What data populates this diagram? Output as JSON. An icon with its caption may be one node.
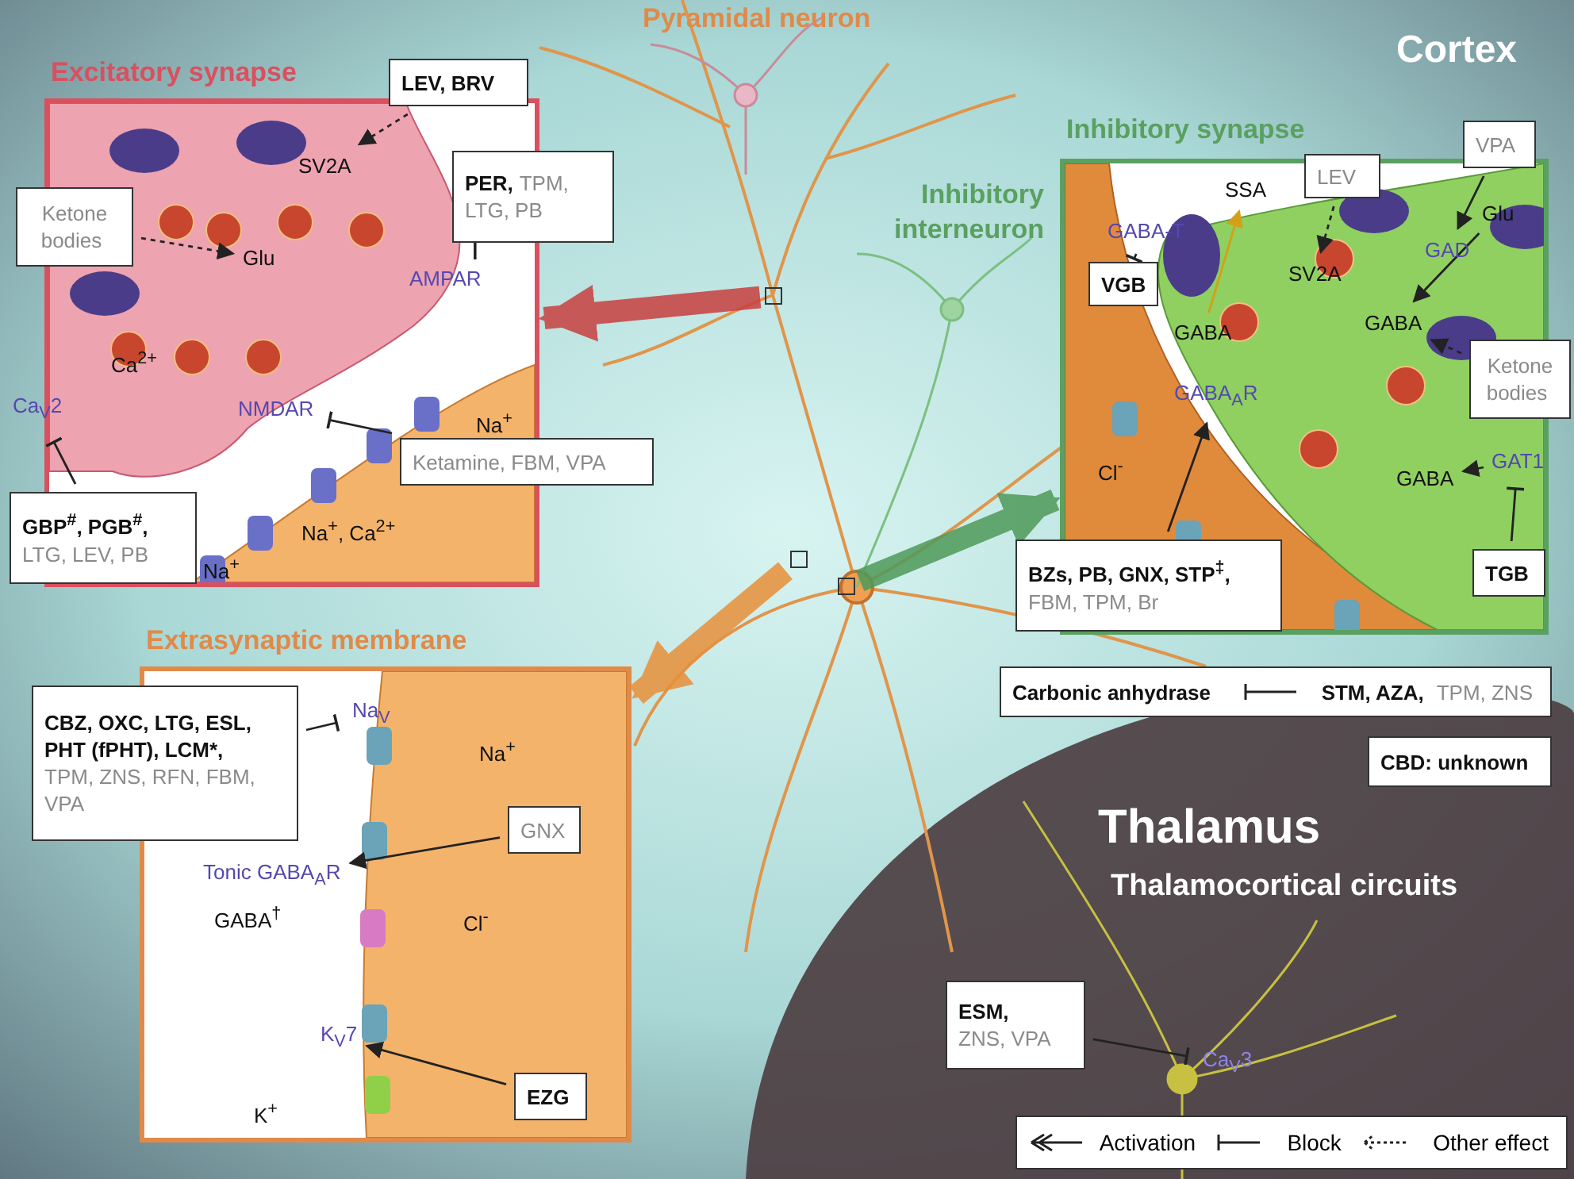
{
  "diagram": {
    "nodes": [
      {
        "text": [
          "Excitatory synapse"
        ]
      },
      {
        "text": [
          "LEV, BRV"
        ]
      },
      {
        "text": [
          "SV2A"
        ],
        "in": 0
      },
      {
        "text": [
          "Ketone bodies"
        ]
      },
      {
        "text": [
          "Glu"
        ],
        "in": 0
      },
      {
        "text": [
          "PER,",
          "TPM, LTG, PB"
        ]
      },
      {
        "text": [
          "AMPAR"
        ],
        "in": 0
      },
      {
        "text": [
          "Ca$_{V}$2"
        ]
      },
      {
        "text": [
          "NMDAR"
        ],
        "in": 0
      },
      {
        "text": [
          "Ketamine, FBM, VPA"
        ]
      },
      {
        "text": [
          "GBP$^{#}$, PGB$^{#}$,",
          "LTG, LEV, PB"
        ]
      },
      {
        "text": [
          "Inhibitory synapse"
        ]
      },
      {
        "text": [
          "LEV"
        ]
      },
      {
        "text": [
          "VPA"
        ]
      },
      {
        "text": [
          "SSA"
        ],
        "in": 11
      },
      {
        "text": [
          "GABA-T"
        ],
        "in": 11
      },
      {
        "text": [
          "VGB"
        ],
        "in": 11
      },
      {
        "text": [
          "GABA"
        ],
        "in": 11
      },
      {
        "text": [
          "SV2A"
        ],
        "in": 11
      },
      {
        "text": [
          "GAD"
        ],
        "in": 11
      },
      {
        "text": [
          "Glu"
        ],
        "in": 11
      },
      {
        "text": [
          "GABA"
        ],
        "in": 11
      },
      {
        "text": [
          "Ketone bodies"
        ]
      },
      {
        "text": [
          "GABA$_{A}$R"
        ],
        "in": 11
      },
      {
        "text": [
          "GAT1"
        ],
        "in": 11
      },
      {
        "text": [
          "GABA"
        ],
        "in": 11
      },
      {
        "text": [
          "TGB"
        ],
        "in": 11
      },
      {
        "text": [
          "BZs, PB, GNX, STP$^{‡}$,",
          "FBM, TPM, Br"
        ]
      },
      {
        "text": [
          "Extrasynaptic membrane"
        ]
      },
      {
        "text": [
          "CBZ, OXC, LTG, ESL, PHT (fPHT), LCM*,",
          "TPM, ZNS, RFN, FBM, VPA"
        ]
      },
      {
        "text": [
          "Na$_{V}$"
        ],
        "in": 28
      },
      {
        "text": [
          "GNX"
        ],
        "in": 28
      },
      {
        "text": [
          "Tonic GABA$_{A}$R"
        ],
        "in": 28
      },
      {
        "text": [
          "K$_{V}$7"
        ],
        "in": 28
      },
      {
        "text": [
          "EZG"
        ],
        "in": 28
      },
      {
        "text": [
          "Carbonic anhydrase",
          "STM, AZA,",
          "TPM, ZNS"
        ]
      },
      {
        "text": [
          "CBD: unknown"
        ]
      },
      {
        "text": [
          "ESM,",
          "ZNS, VPA"
        ]
      },
      {
        "text": [
          "Ca$_{V}$3"
        ]
      },
      {
        "text": [],
        "shape": "box"
      },
      {
        "text": [],
        "shape": "box"
      },
      {
        "text": [],
        "shape": "box"
      }
    ],
    "edges": [
      {
        "from": 39,
        "to": 0,
        "arrow": "to",
        "style": "thick",
        "color": "#c8403f"
      },
      {
        "from": 41,
        "to": 11,
        "arrow": "to",
        "style": "thick",
        "color": "#4f9a5a"
      },
      {
        "from": 40,
        "to": 28,
        "arrow": "to",
        "style": "thick",
        "color": "#e8903a"
      },
      {
        "from": 1,
        "to": 2,
        "arrow": "to",
        "style": "dashed"
      },
      {
        "from": 3,
        "to": 4,
        "arrow": "to",
        "style": "dashed"
      },
      {
        "from": 5,
        "to": 6,
        "arrow": "other"
      },
      {
        "from": 9,
        "to": 8,
        "arrow": "other"
      },
      {
        "from": 10,
        "to": 7,
        "arrow": "other"
      },
      {
        "from": 12,
        "to": 18,
        "arrow": "to",
        "style": "dashed"
      },
      {
        "from": 13,
        "to": 19,
        "arrow": "to"
      },
      {
        "from": 20,
        "to": 21,
        "arrow": "to"
      },
      {
        "from": 16,
        "to": 15,
        "arrow": "other"
      },
      {
        "from": 22,
        "to": 21,
        "arrow": "to",
        "style": "dashed"
      },
      {
        "from": 26,
        "to": 24,
        "arrow": "other"
      },
      {
        "from": 24,
        "to": 25,
        "arrow": "to"
      },
      {
        "from": 27,
        "to": 23,
        "arrow": "to"
      },
      {
        "from": 29,
        "to": 30,
        "arrow": "other"
      },
      {
        "from": 31,
        "to": 32,
        "arrow": "to"
      },
      {
        "from": 34,
        "to": 33,
        "arrow": "to"
      },
      {
        "from": 37,
        "to": 38,
        "arrow": "other"
      },
      {
        "from": 17,
        "to": 14,
        "arrow": "to",
        "color": "#d4a017"
      }
    ],
    "labels": [
      "Pyramidal neuron",
      "Cortex",
      "Ca$^{2+}$",
      "Inhibitory interneuron",
      "Na$^{+}$",
      "Na$^{+}$, Ca$^{2+}$",
      "Na$^{+}$",
      "Cl$^{-}$",
      "Na$^{+}$",
      "GABA$^{†}$",
      "Cl$^{-}$",
      "K$^{+}$",
      "Thalamus",
      "Thalamocortical circuits"
    ],
    "legend": [
      {
        "text": "Activation"
      },
      {
        "text": "Block"
      },
      {
        "text": "Other effect"
      }
    ]
  }
}
